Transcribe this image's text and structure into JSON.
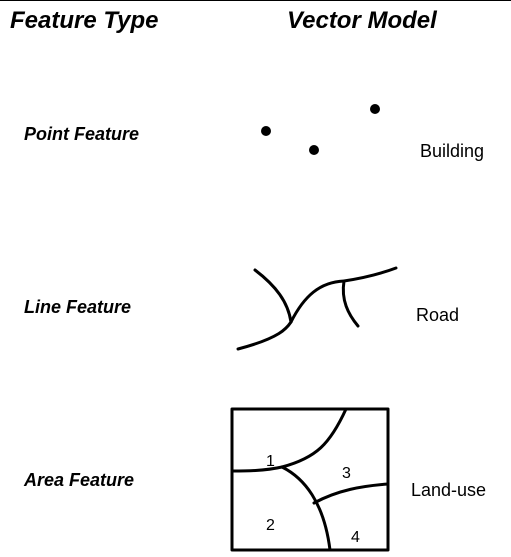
{
  "headers": {
    "feature_type": "Feature Type",
    "vector_model": "Vector Model"
  },
  "rows": {
    "point": {
      "type_label": "Point Feature",
      "example_label": "Building"
    },
    "line": {
      "type_label": "Line Feature",
      "example_label": "Road"
    },
    "area": {
      "type_label": "Area Feature",
      "example_label": "Land-use",
      "zones": [
        "1",
        "2",
        "3",
        "4"
      ]
    }
  }
}
